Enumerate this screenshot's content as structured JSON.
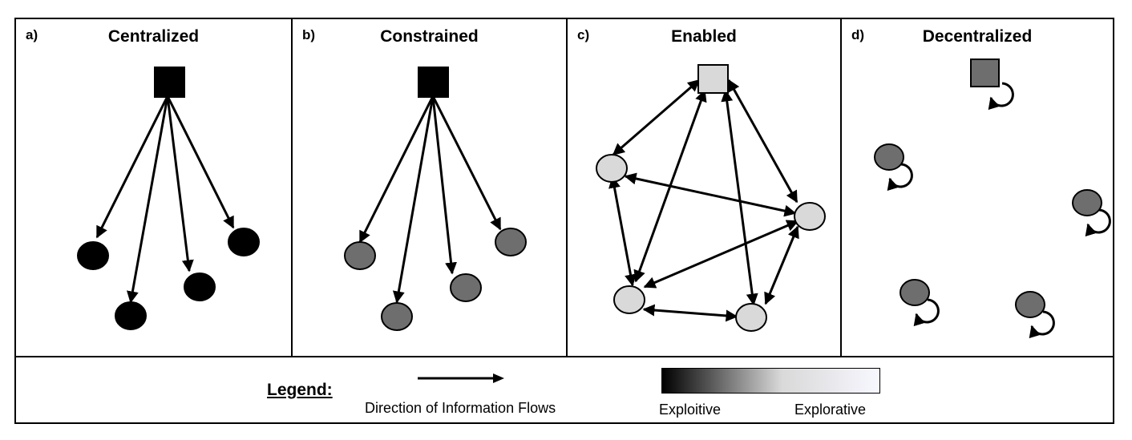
{
  "colors": {
    "exploitive": "#000000",
    "mid": "#6e6e6e",
    "explorative": "#d9d9d9",
    "gradient_start": "#000000",
    "gradient_end": "#f7f7ff",
    "edge": "#000000"
  },
  "panels": [
    {
      "letter": "a)",
      "title": "Centralized"
    },
    {
      "letter": "b)",
      "title": "Constrained"
    },
    {
      "letter": "c)",
      "title": "Enabled"
    },
    {
      "letter": "d)",
      "title": "Decentralized"
    }
  ],
  "legend": {
    "title": "Legend:",
    "arrow_label": "Direction of Information Flows",
    "gradient_left": "Exploitive",
    "gradient_right": "Explorative"
  }
}
